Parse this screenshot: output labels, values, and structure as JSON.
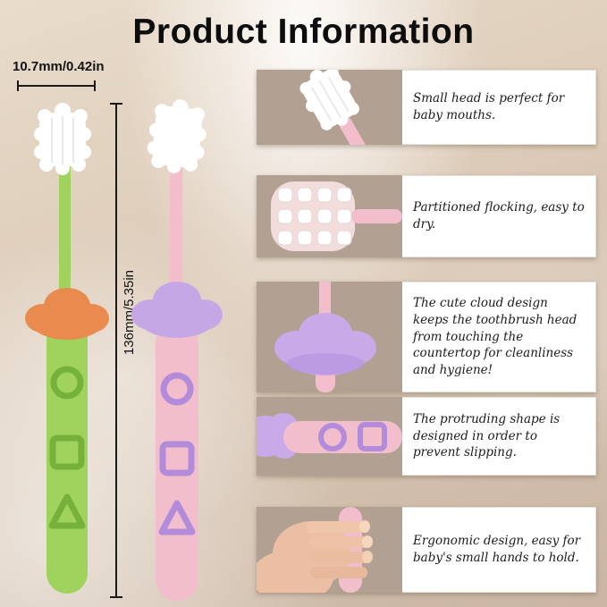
{
  "title": "Product Information",
  "measurements": {
    "head_width": "10.7mm/0.42in",
    "length": "136mm/5.35in"
  },
  "features": [
    {
      "text": "Small head is perfect for baby mouths."
    },
    {
      "text": "Partitioned flocking, easy to dry."
    },
    {
      "text": "The cute cloud design keeps the toothbrush head from touching the countertop for cleanliness and hygiene!"
    },
    {
      "text": "The protruding shape is designed in order to prevent slipping."
    },
    {
      "text": "Ergonomic design, easy for baby's small hands to hold."
    }
  ],
  "colors": {
    "green_handle": "#9fd35e",
    "green_outline": "#76b13c",
    "orange_cloud": "#e98a4e",
    "pink_handle": "#f2becb",
    "purple_cloud": "#c6a7e6",
    "purple_outline": "#b28bdb",
    "photo_background": "#b2a193",
    "text_color": "#1b1b1b"
  }
}
